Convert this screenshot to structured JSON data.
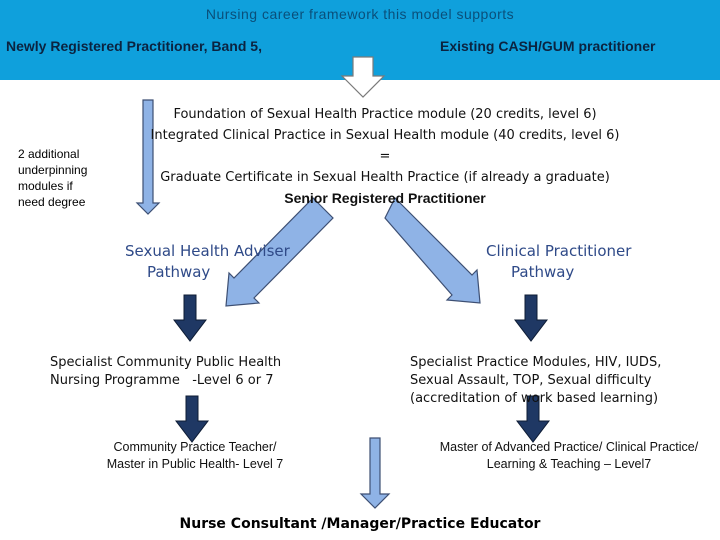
{
  "header": {
    "title": "Nursing career framework this model supports",
    "left_label": "Newly Registered Practitioner, Band 5,",
    "right_label": "Existing CASH/GUM practitioner"
  },
  "side_note": [
    "2 additional",
    "underpinning",
    "modules if",
    "need degree"
  ],
  "foundation": {
    "line1": "Foundation of Sexual Health Practice module (20 credits, level 6)",
    "line2": "Integrated Clinical Practice in Sexual Health module (40 credits, level 6)",
    "line3": "=",
    "line4": "Graduate Certificate in Sexual Health Practice (if already a graduate)",
    "line5": "Senior Registered Practitioner"
  },
  "pathways": {
    "left": [
      "Sexual Health Adviser",
      "Pathway"
    ],
    "right": [
      "Clinical Practitioner",
      "Pathway"
    ]
  },
  "level2": {
    "left": [
      "Specialist Community Public Health",
      "Nursing Programme   -Level 6 or 7"
    ],
    "right": [
      "Specialist Practice Modules, HIV, IUDS,",
      "Sexual Assault, TOP, Sexual difficulty",
      "(accreditation of work based learning)"
    ]
  },
  "level3": {
    "left": [
      "Community Practice Teacher/",
      "Master in Public Health- Level 7"
    ],
    "right": [
      "Master of Advanced Practice/ Clinical Practice/",
      "Learning & Teaching – Level7"
    ]
  },
  "footer": "Nurse Consultant /Manager/Practice Educator",
  "colors": {
    "header_bg": "#0fa0dc",
    "light_arrow": "#8fb3e6",
    "dark_arrow": "#1f3864",
    "pathway_text": "#2f4a88"
  }
}
